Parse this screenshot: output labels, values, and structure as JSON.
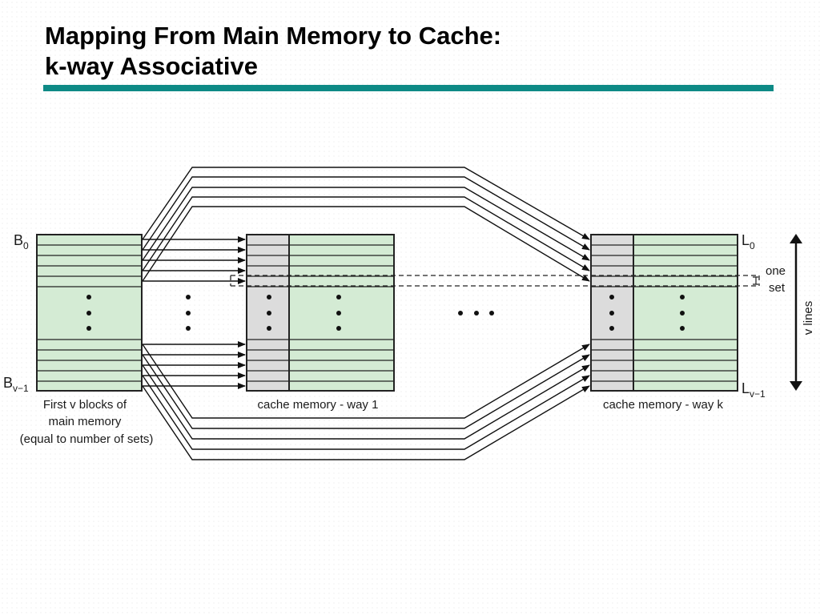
{
  "slide": {
    "title_line1": "Mapping From Main Memory to Cache:",
    "title_line2": "k-way Associative",
    "accent_color": "#0e8a86"
  },
  "diagram": {
    "fill_green": "#d4ebd4",
    "fill_gray": "#dcdcdc",
    "label_b0": "B",
    "label_b0_sub": "0",
    "label_bv": "B",
    "label_bv_sub": "v−1",
    "label_l0": "L",
    "label_l0_sub": "0",
    "label_lv": "L",
    "label_lv_sub": "v−1",
    "main_memory_caption": [
      "First v blocks of",
      "main memory",
      "(equal to number of sets)"
    ],
    "way1_caption": "cache memory - way 1",
    "wayk_caption": "cache memory - way k",
    "set_label": [
      "one",
      "set"
    ],
    "vlines_label": "v lines"
  }
}
